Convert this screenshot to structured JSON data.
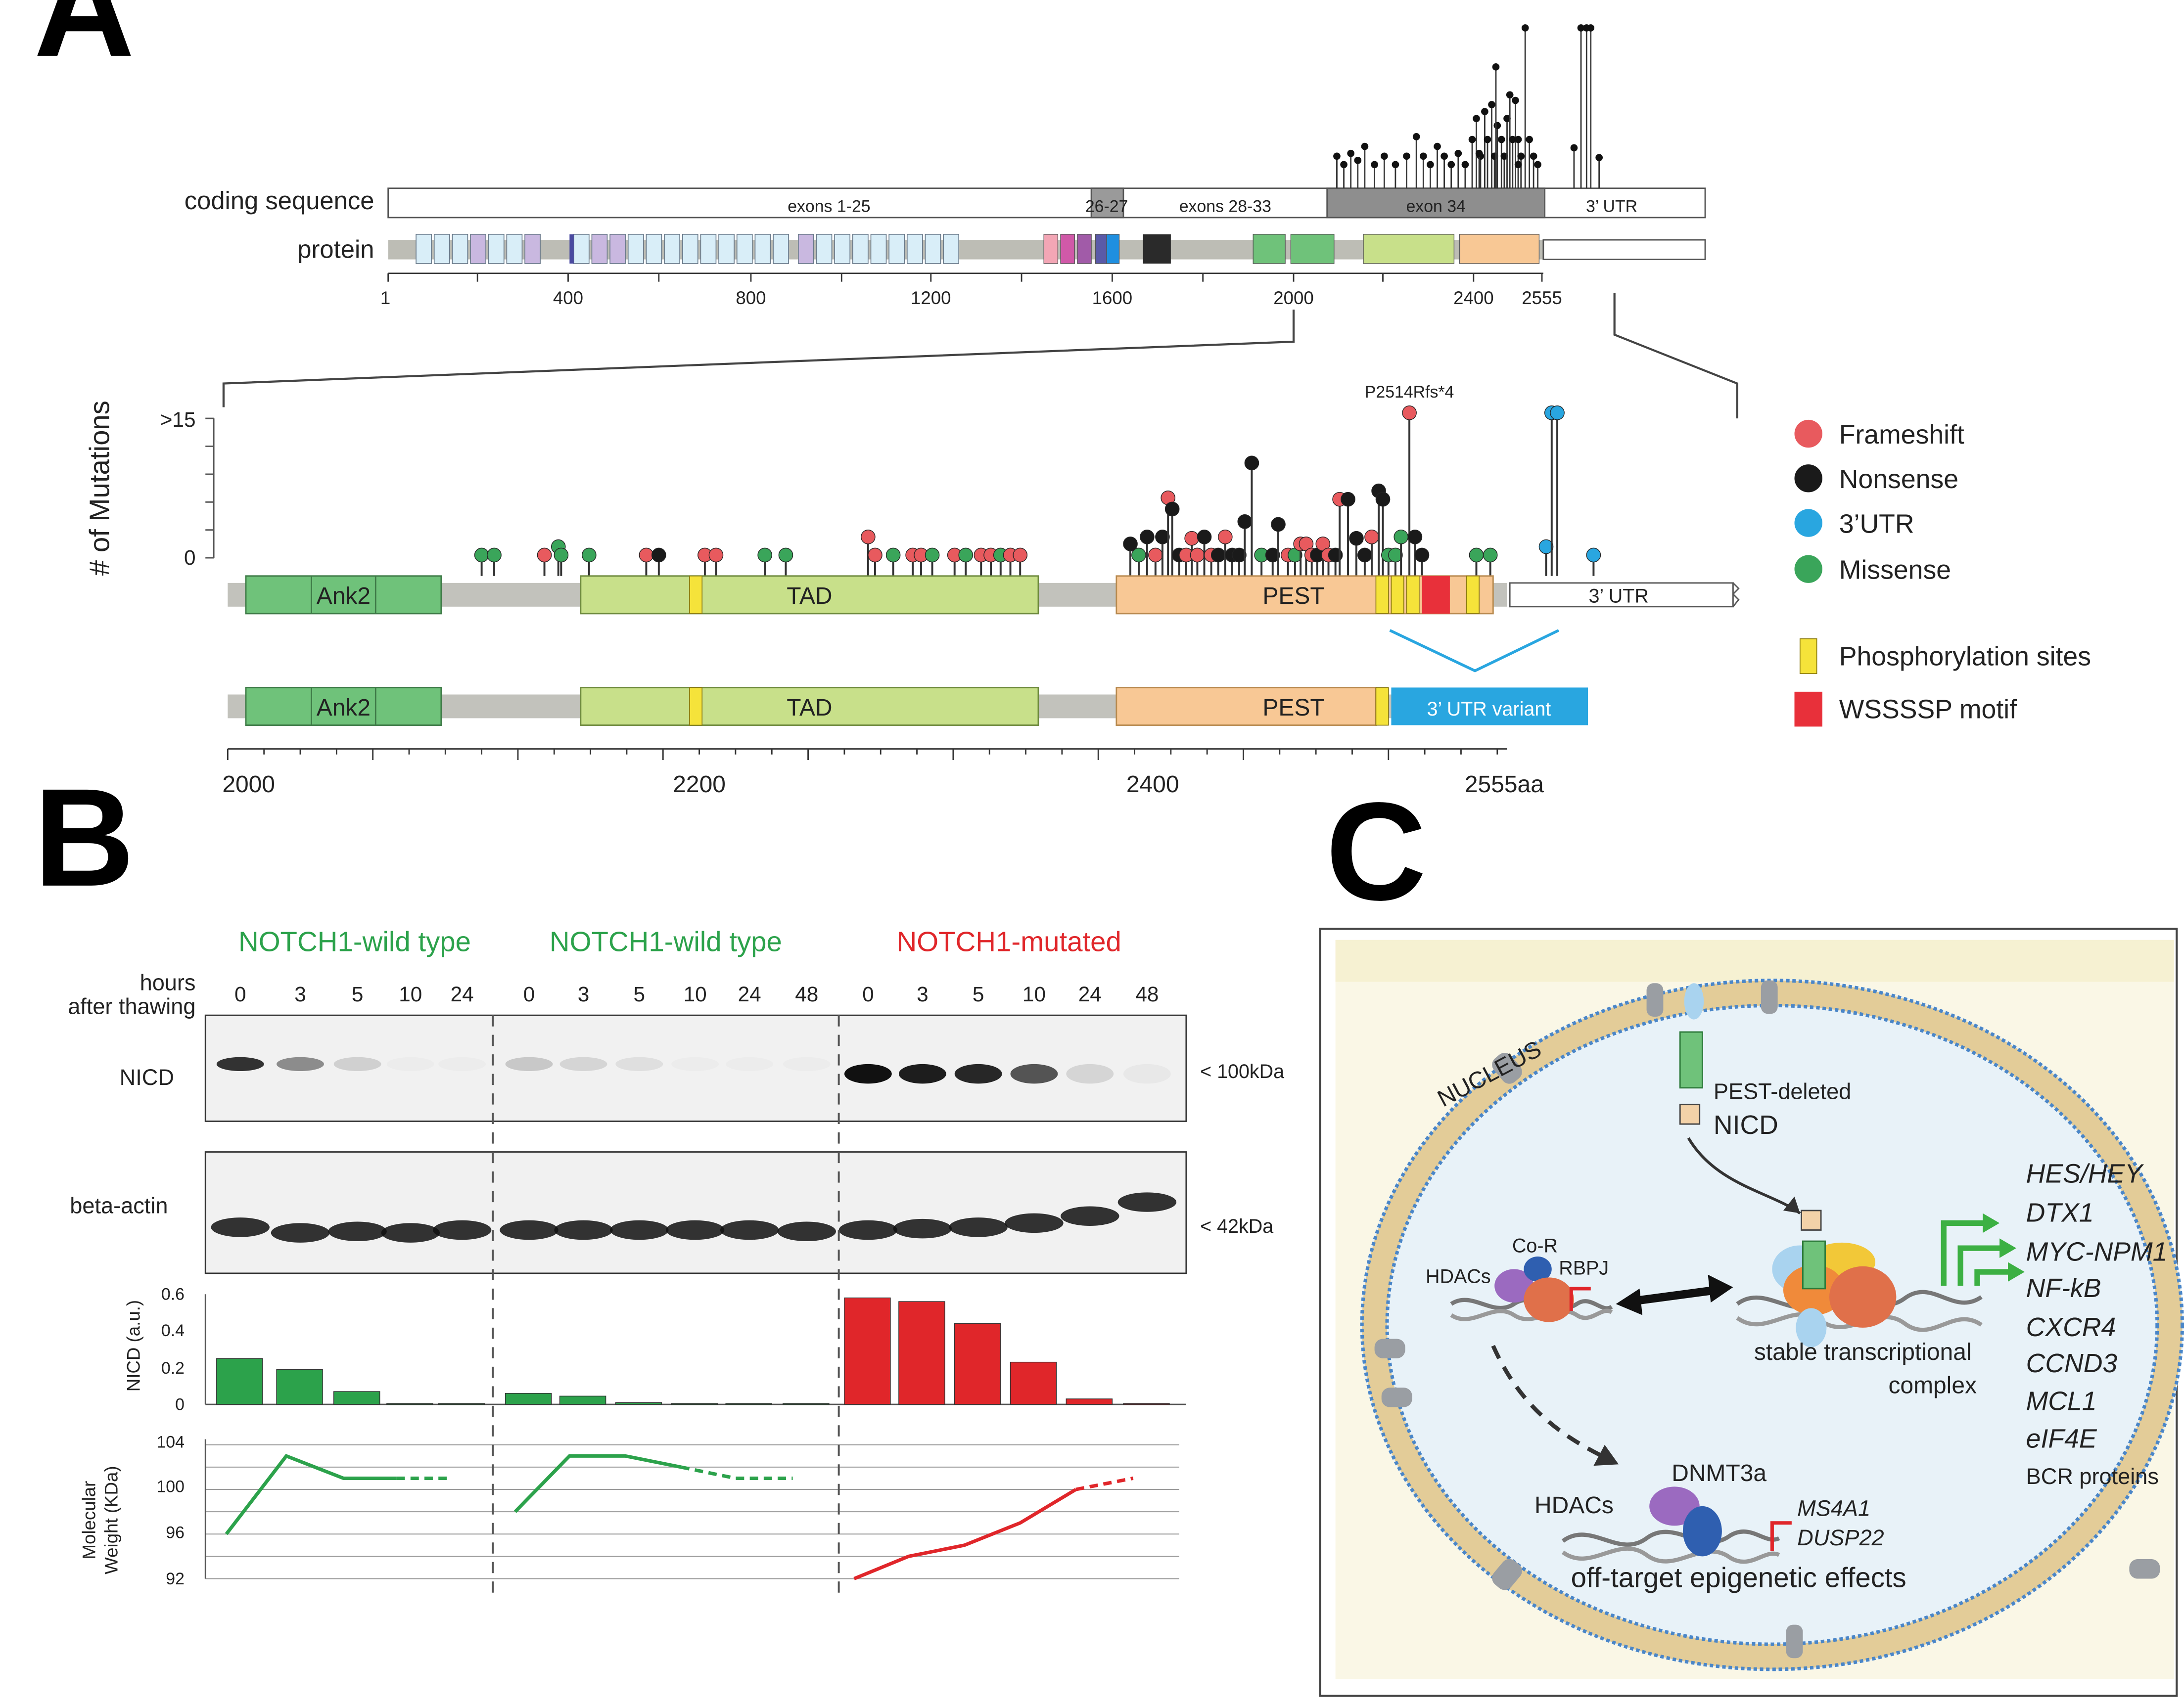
{
  "panels": {
    "a": "A",
    "b": "B",
    "c": "C"
  },
  "panel_a": {
    "coding_label": "coding sequence",
    "protein_label": "protein",
    "segments": {
      "exons1": "exons 1-25",
      "exons26": "26-27",
      "exons28": "exons 28-33",
      "exon34": "exon 34",
      "utr": "3’ UTR"
    },
    "axis_ticks": [
      "1",
      "400",
      "800",
      "1200",
      "1600",
      "2000",
      "2400",
      "2555"
    ],
    "y_label": "# of Mutations",
    "y_top": ">15",
    "y_zero": "0",
    "callout": "P2514Rfs*4",
    "domains": {
      "ank2": "Ank2",
      "tad": "TAD",
      "pest": "PEST",
      "utr": "3’ UTR",
      "utr_variant": "3’ UTR variant"
    },
    "bottom_ticks": [
      "2000",
      "2200",
      "2400",
      "2555aa"
    ],
    "legend": [
      {
        "label": "Frameshift",
        "color": "#e85a5e",
        "shape": "circle"
      },
      {
        "label": "Nonsense",
        "color": "#1a1a1a",
        "shape": "circle"
      },
      {
        "label": "3’UTR",
        "color": "#29a6e0",
        "shape": "circle"
      },
      {
        "label": "Missense",
        "color": "#3aa55a",
        "shape": "circle"
      },
      {
        "label": "Phosphorylation sites",
        "color": "#f5e33a",
        "shape": "rect"
      },
      {
        "label": "WSSSSP motif",
        "color": "#e8303a",
        "shape": "rect"
      }
    ]
  },
  "panel_b": {
    "groups": [
      {
        "title": "NOTCH1-wild type",
        "color": "#2ca24b",
        "hours": [
          "0",
          "3",
          "5",
          "10",
          "24"
        ]
      },
      {
        "title": "NOTCH1-wild type",
        "color": "#2ca24b",
        "hours": [
          "0",
          "3",
          "5",
          "10",
          "24",
          "48"
        ]
      },
      {
        "title": "NOTCH1-mutated",
        "color": "#e0262a",
        "hours": [
          "0",
          "3",
          "5",
          "10",
          "24",
          "48"
        ]
      }
    ],
    "hours_label_1": "hours",
    "hours_label_2": "after thawing",
    "blot_labels": {
      "nicd": "NICD",
      "actin": "beta-actin"
    },
    "kda_labels": {
      "nicd": "< 100kDa",
      "actin": "< 42kDa"
    },
    "bar_ylabel": "NICD (a.u.)",
    "bar_ticks": [
      "0",
      "0.2",
      "0.4",
      "0.6"
    ],
    "mw_ylabel_1": "Molecular",
    "mw_ylabel_2": "Weight (KDa)",
    "mw_ticks": [
      "92",
      "96",
      "100",
      "104"
    ]
  },
  "chart_data": [
    {
      "type": "bar",
      "ylabel": "NICD (a.u.)",
      "ylim": [
        0,
        0.6
      ],
      "series": [
        {
          "name": "NOTCH1-wild type",
          "categories": [
            "0",
            "3",
            "5",
            "10",
            "24"
          ],
          "values": [
            0.25,
            0.19,
            0.07,
            0.005,
            0.005
          ]
        },
        {
          "name": "NOTCH1-wild type",
          "categories": [
            "0",
            "3",
            "5",
            "10",
            "24",
            "48"
          ],
          "values": [
            0.06,
            0.045,
            0.01,
            0.005,
            0.005,
            0.005
          ]
        },
        {
          "name": "NOTCH1-mutated",
          "categories": [
            "0",
            "3",
            "5",
            "10",
            "24",
            "48"
          ],
          "values": [
            0.58,
            0.56,
            0.44,
            0.23,
            0.03,
            0.005
          ]
        }
      ]
    },
    {
      "type": "line",
      "ylabel": "Molecular Weight (KDa)",
      "ylim": [
        92,
        104
      ],
      "series": [
        {
          "name": "NOTCH1-wild type",
          "x": [
            "0",
            "3",
            "5",
            "10",
            "24"
          ],
          "values": [
            96,
            103,
            101,
            101,
            101
          ]
        },
        {
          "name": "NOTCH1-wild type",
          "x": [
            "0",
            "3",
            "5",
            "10",
            "24",
            "48"
          ],
          "values": [
            98,
            103,
            103,
            102,
            101,
            101
          ]
        },
        {
          "name": "NOTCH1-mutated",
          "x": [
            "0",
            "3",
            "5",
            "10",
            "24",
            "48"
          ],
          "values": [
            92,
            94,
            95,
            97,
            100,
            101
          ]
        }
      ]
    }
  ],
  "panel_c": {
    "nucleus": "NUCLEUS",
    "pest_1": "PEST-deleted",
    "pest_2": "NICD",
    "cor": "Co-R",
    "hdacs": "HDACs",
    "rbpj": "RBPJ",
    "stable_1": "stable transcriptional",
    "stable_2": "complex",
    "dnmt": "DNMT3a",
    "hdacs2": "HDACs",
    "ms4a1": "MS4A1",
    "dusp22": "DUSP22",
    "offtarget": "off-target epigenetic effects",
    "genes": [
      "HES/HEY",
      "DTX1",
      "MYC-NPM1",
      "NF-kB",
      "CXCR4",
      "CCND3",
      "MCL1",
      "eIF4E",
      "BCR proteins"
    ]
  }
}
